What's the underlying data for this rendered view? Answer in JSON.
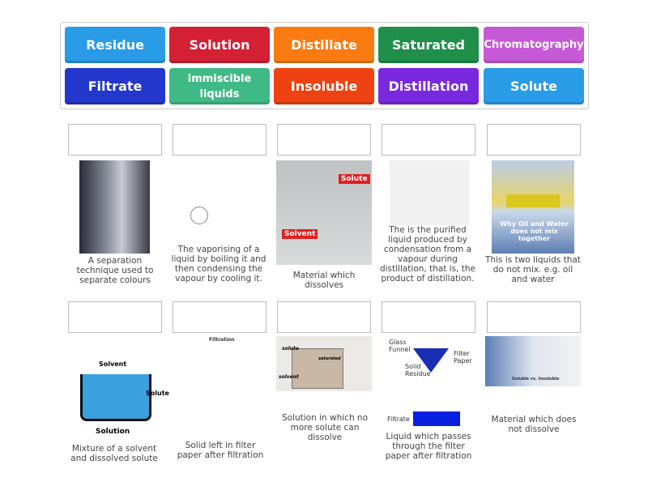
{
  "tiles": [
    {
      "label": "Residue",
      "color": "#2a9be6"
    },
    {
      "label": "Solution",
      "color": "#d42035"
    },
    {
      "label": "Distillate",
      "color": "#f97b12"
    },
    {
      "label": "Saturated",
      "color": "#1f8f4a"
    },
    {
      "label": "Chromatography",
      "color": "#c659d6"
    },
    {
      "label": "Filtrate",
      "color": "#2337cc"
    },
    {
      "label": "immiscible liquids",
      "color": "#3fba86"
    },
    {
      "label": "Insoluble",
      "color": "#ee4212"
    },
    {
      "label": "Distillation",
      "color": "#7a28de"
    },
    {
      "label": "Solute",
      "color": "#2a9be6"
    }
  ],
  "cards": [
    {
      "caption": "A separation technique used to separate colours"
    },
    {
      "caption": "The vaporising of a liquid by boiling it and then condensing the vapour by cooling it."
    },
    {
      "caption": "Material which dissolves",
      "img_labels": [
        "Solute",
        "Solvent"
      ]
    },
    {
      "caption": "The is the purified liquid produced by condensation from  a vapour during distillation, that is, the product of distillation."
    },
    {
      "caption": "This is two liquids that do not mix. e.g. oil and water",
      "img_labels": [
        "Why Oil and Water does not mix together"
      ]
    },
    {
      "caption": "Mixture of a solvent and dissolved solute",
      "img_labels": [
        "Solvent",
        "Solute",
        "Solution"
      ]
    },
    {
      "caption": "Solid left in filter paper after filtration",
      "img_labels": [
        "Filtration"
      ]
    },
    {
      "caption": "Solution in which no more solute can dissolve",
      "img_labels": [
        "solute",
        "solvent",
        "saturated"
      ]
    },
    {
      "caption": "Liquid which passes through the filter paper after filtration",
      "img_labels": [
        "Glass Funnel",
        "Filter Paper",
        "Solid Residue",
        "Filtrate"
      ]
    },
    {
      "caption": "Material which does not dissolve",
      "img_labels": [
        "Soluble vs. Insoluble"
      ]
    }
  ]
}
